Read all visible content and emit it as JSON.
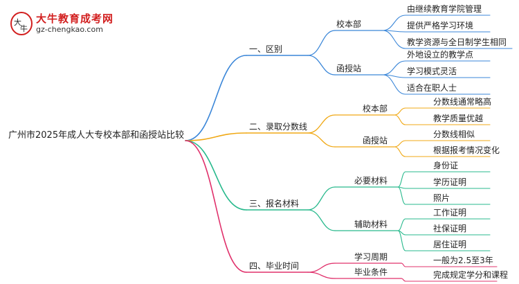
{
  "logo": {
    "title": "大牛教育成考网",
    "url": "gz-chengkao.com",
    "mark_text": "大牛"
  },
  "mindmap": {
    "root": "广州市2025年成人大专校本部和函授站比较",
    "branches": [
      {
        "label": "一、区别",
        "color": "#3a86d8",
        "children": [
          {
            "label": "校本部",
            "items": [
              "由继续教育学院管理",
              "提供严格学习环境",
              "教学资源与全日制学生相同"
            ]
          },
          {
            "label": "函授站",
            "items": [
              "外地设立的教学点",
              "学习模式灵活",
              "适合在职人士"
            ]
          }
        ]
      },
      {
        "label": "二、录取分数线",
        "color": "#f0a814",
        "children": [
          {
            "label": "校本部",
            "items": [
              "分数线通常略高",
              "教学质量优越"
            ]
          },
          {
            "label": "函授站",
            "items": [
              "分数线相似",
              "根据报考情况变化"
            ]
          }
        ]
      },
      {
        "label": "三、报名材料",
        "color": "#27b98c",
        "children": [
          {
            "label": "必要材料",
            "items": [
              "身份证",
              "学历证明",
              "照片"
            ]
          },
          {
            "label": "辅助材料",
            "items": [
              "工作证明",
              "社保证明",
              "居住证明"
            ]
          }
        ]
      },
      {
        "label": "四、毕业时间",
        "color": "#e0306b",
        "children": [
          {
            "label": "学习周期",
            "items": [
              "一般为2.5至3年"
            ]
          },
          {
            "label": "毕业条件",
            "items": [
              "完成规定学分和课程"
            ]
          }
        ]
      }
    ]
  }
}
